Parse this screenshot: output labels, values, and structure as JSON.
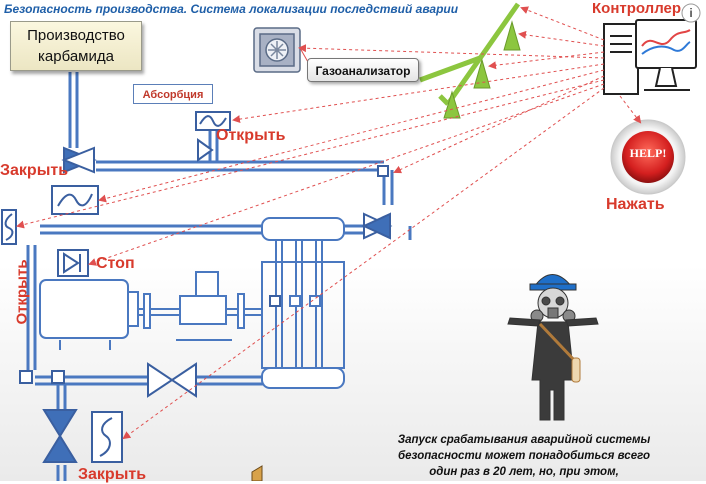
{
  "header": {
    "title": "Безопасность производства. Система локализации последствий аварии"
  },
  "boxes": {
    "production_line1": "Производство",
    "production_line2": "карбамида",
    "absorption": "Абсорбция",
    "gas_analyzer": "Газоанализатор"
  },
  "labels": {
    "controller": "Контроллер",
    "open_top": "Открыть",
    "close_top": "Закрыть",
    "stop": "Стоп",
    "open_vertical": "Открыть",
    "close_bottom": "Закрыть",
    "press": "Нажать",
    "help": "HELP!",
    "info": "i"
  },
  "caption": {
    "line1": "Запуск срабатывания аварийной системы",
    "line2": "безопасности может понадобиться всего",
    "line3": "один раз в 20 лет, но, при этом,"
  },
  "colors": {
    "pipe": "#4a78c0",
    "accent_red": "#d83a2c",
    "signal": "#e05050",
    "sprinkler": "#8cc63f"
  }
}
